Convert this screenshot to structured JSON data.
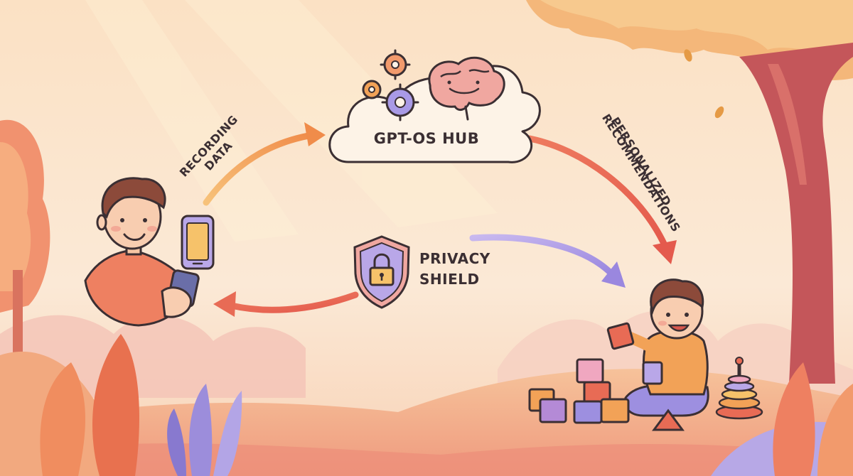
{
  "hub": {
    "title": "GPT-OS HUB"
  },
  "flows": {
    "recording": {
      "line1": "RECORDING",
      "line2": "DATA"
    },
    "recommendations": {
      "line1": "PERSONALIZED",
      "line2": "RECOMMENDATIONS"
    }
  },
  "shield": {
    "line1": "PRIVACY",
    "line2": "SHIELD"
  },
  "colors": {
    "background": "#fbe6cf",
    "arrow_orange": "#f2a257",
    "arrow_red": "#e86b55",
    "arrow_purple": "#a99ae6",
    "outline": "#3b2f33",
    "cloud_fill": "#fdf3e7",
    "shield_fill": "#b9a7e8",
    "brain": "#f0a7a0"
  },
  "icons": [
    "gear-icon",
    "brain-icon",
    "phone-icon",
    "lock-icon",
    "shield-icon",
    "cloud-icon"
  ]
}
